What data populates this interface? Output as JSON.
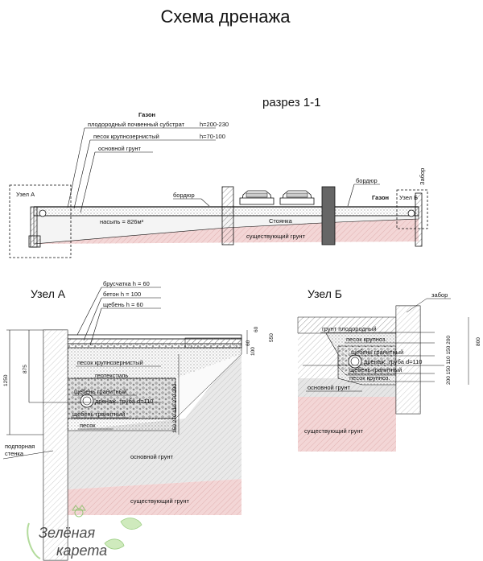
{
  "title": "Схема дренажа",
  "section": {
    "title": "разрез 1-1",
    "lawn_left": "Газон",
    "layer_substrate": "плодородный почвенный субстрат",
    "layer_substrate_h": "h=200-230",
    "layer_sand": "песок крупнозернистый",
    "layer_sand_h": "h=70-100",
    "layer_ground": "основной грунт",
    "node_a": "Узел А",
    "border_left": "бордюр",
    "fill_label": "насыпь = 826м³",
    "parking": "Стоянка",
    "existing": "существующий грунт",
    "border_right": "бордюр",
    "lawn_right": "Газон",
    "node_b": "Узел Б",
    "fence": "Забор"
  },
  "node_a": {
    "title": "Узел А",
    "paving": "брусчатка h = 60",
    "concrete": "бетон h = 100",
    "gravel_top": "щебень h = 60",
    "coarse_sand": "песок крупнозернистый",
    "geotextile": "геотекстиль",
    "granite_gravel": "щебень гранитный",
    "drain_pipe": "дренаж. труба d=110",
    "granite_gravel_2": "щебень гранитный",
    "sand": "песок",
    "main_ground": "основной грунт",
    "existing": "существующий грунт",
    "retaining_wall": "подпорная\nстенка",
    "dim_1250": "1250",
    "dim_875": "875",
    "dim_60a": "60",
    "dim_60b": "60",
    "dim_100": "100",
    "dim_550": "550",
    "dim_stack": "150 270 110 270 200"
  },
  "node_b": {
    "title": "Узел Б",
    "fence": "забор",
    "fertile_ground": "грунт плодородный",
    "coarse_sand": "песок крупноз.",
    "granite_gravel": "щебень гранитный",
    "drain_pipe": "дренаж. труба d=110",
    "granite_gravel_2": "щебень гранитный",
    "coarse_sand_2": "песок крупноз.",
    "main_ground": "основной грунт",
    "existing": "существующий грунт",
    "dim_800": "800",
    "dim_stack": "200 150 110 150 200"
  },
  "logo": {
    "line1": "Зелёная",
    "line2": "карета"
  },
  "colors": {
    "existing_ground": "#f3d6d6",
    "main_ground": "#e2e2e2",
    "gravel": "#d9d9d9",
    "line": "#111111"
  }
}
